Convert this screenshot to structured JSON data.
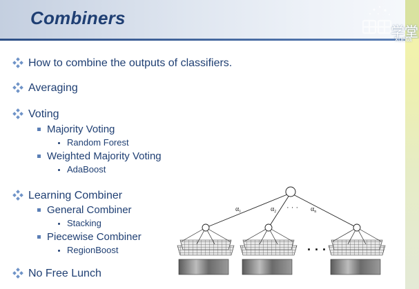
{
  "slide": {
    "title": "Combiners",
    "watermark": {
      "text": "学堂",
      "sub": "xueta"
    },
    "bullets": [
      {
        "text": "How to combine the outputs of classifiers.",
        "children": []
      },
      {
        "text": "Averaging",
        "children": []
      },
      {
        "text": "Voting",
        "children": [
          {
            "text": "Majority Voting",
            "children": [
              {
                "text": "Random Forest"
              }
            ]
          },
          {
            "text": "Weighted Majority Voting",
            "children": [
              {
                "text": "AdaBoost"
              }
            ]
          }
        ]
      },
      {
        "text": "Learning Combiner",
        "children": [
          {
            "text": "General Combiner",
            "children": [
              {
                "text": "Stacking"
              }
            ]
          },
          {
            "text": "Piecewise Combiner",
            "children": [
              {
                "text": "RegionBoost"
              }
            ]
          }
        ]
      },
      {
        "text": "No Free Lunch",
        "children": []
      }
    ],
    "diagram": {
      "weight_labels": [
        "α",
        "α",
        "α"
      ],
      "weight_subscripts": [
        "1",
        "2",
        "n"
      ],
      "ellipsis": "· · ·"
    }
  },
  "colors": {
    "title": "#1f3f73",
    "bullet_text": "#1f3f73",
    "diamond_bullet": "#6f93c8",
    "square_bullet": "#5b7fb6",
    "title_rule": "#2d4f86"
  }
}
